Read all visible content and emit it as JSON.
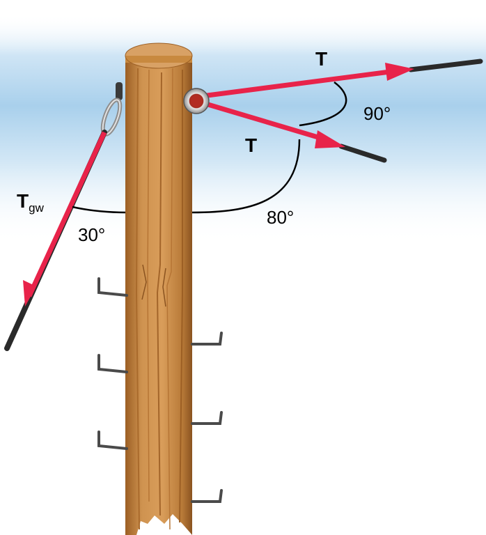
{
  "labels": {
    "tension_upper": "T",
    "tension_lower": "T",
    "guy_wire_symbol": "T",
    "guy_wire_subscript": "gw",
    "angle_between_tensions": "90°",
    "angle_lower_tension": "80°",
    "angle_guy_wire": "30°"
  },
  "colors": {
    "sky": "#aed3ec",
    "pole": "#c8893f",
    "pole_dark": "#8a5320",
    "arrow": "#e8234a",
    "wire": "#2a2a2a"
  }
}
